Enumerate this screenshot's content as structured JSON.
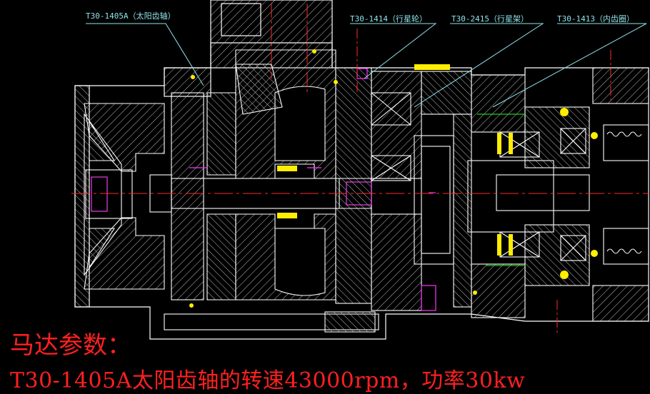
{
  "callouts": {
    "sun_gear_shaft": "T30-1405A（太阳齿轴）",
    "planet_gear": "T30-1414（行星轮）",
    "planet_carrier": "T30-2415（行星架）",
    "ring_gear": "T30-1413（内齿圈）"
  },
  "caption": {
    "line1": "马达参数：",
    "line2": "T30-1405A太阳齿轴的转速43000rpm，功率30kw"
  },
  "colors": {
    "background": "#000000",
    "outline": "#ffffff",
    "hatch": "#c8c8c8",
    "centerline": "#ff2a2a",
    "callout": "#8fe3ea",
    "highlight": "#ffee00",
    "accent": "#ff00ff",
    "caption": "#ff2020",
    "secondary": "#22cc22"
  }
}
